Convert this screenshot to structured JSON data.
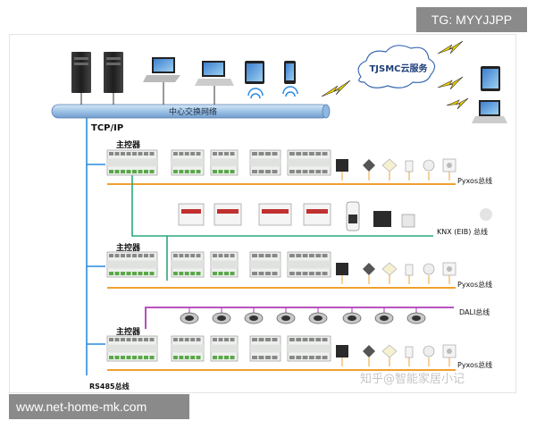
{
  "watermark_top": "TG: MYYJJPP",
  "watermark_bottom": "www.net-home-mk.com",
  "watermark_overlay": "知乎@智能家居小记",
  "cloud_label": "TJSMC云服务",
  "backbone_label": "中心交换网络",
  "tcpip_label": "TCP/IP",
  "rs485_label": "RS485总线",
  "controllers": [
    {
      "label": "主控器"
    },
    {
      "label": "主控器"
    },
    {
      "label": "主控器"
    }
  ],
  "bus_labels": {
    "pyxos1": "Pyxos总线",
    "knx": "KNX (EIB) 总线",
    "pyxos2": "Pyxos总线",
    "dali": "DALI总线",
    "pyxos3": "Pyxos总线"
  },
  "colors": {
    "backbone": "#9fc3e6",
    "pyxos_bus": "#f0a030",
    "knx_bus": "#2aa87c",
    "dali_bus": "#b03ab8",
    "device_body": "#eef0ee",
    "module_green": "#5aa848",
    "cloud_stroke": "#3a6ab0",
    "lightning": "#f0d000"
  }
}
